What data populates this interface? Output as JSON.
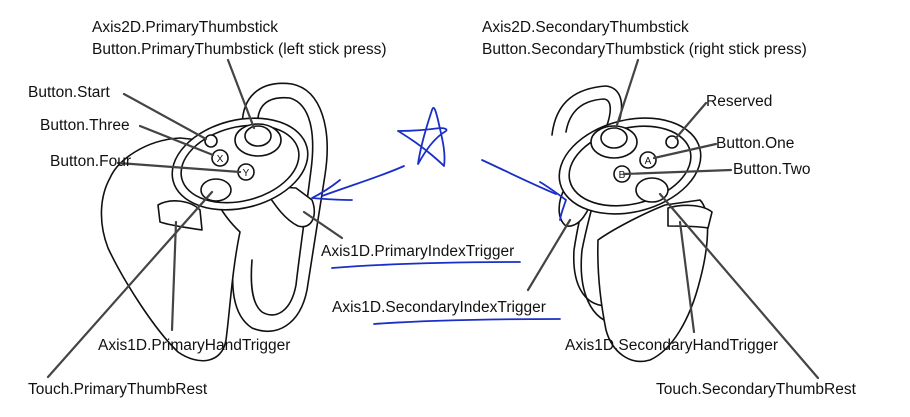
{
  "colors": {
    "ink": "#1a2fc7",
    "line": "#111111",
    "leader": "#444444"
  },
  "icons": {
    "star": "hand-drawn-star-icon"
  },
  "labels": {
    "left_thumbstick_axis": "Axis2D.PrimaryThumbstick",
    "left_thumbstick_button": "Button.PrimaryThumbstick (left stick press)",
    "right_thumbstick_axis": "Axis2D.SecondaryThumbstick",
    "right_thumbstick_button": "Button.SecondaryThumbstick (right stick press)",
    "start": "Button.Start",
    "three": "Button.Three",
    "four": "Button.Four",
    "reserved": "Reserved",
    "one": "Button.One",
    "two": "Button.Two",
    "primary_index_trigger": "Axis1D.PrimaryIndexTrigger",
    "secondary_index_trigger": "Axis1D.SecondaryIndexTrigger",
    "primary_hand_trigger": "Axis1D.PrimaryHandTrigger",
    "secondary_hand_trigger": "Axis1D.SecondaryHandTrigger",
    "primary_thumb_rest": "Touch.PrimaryThumbRest",
    "secondary_thumb_rest": "Touch.SecondaryThumbRest"
  },
  "button_glyphs": {
    "x": "X",
    "y": "Y",
    "a": "A",
    "b": "B"
  }
}
